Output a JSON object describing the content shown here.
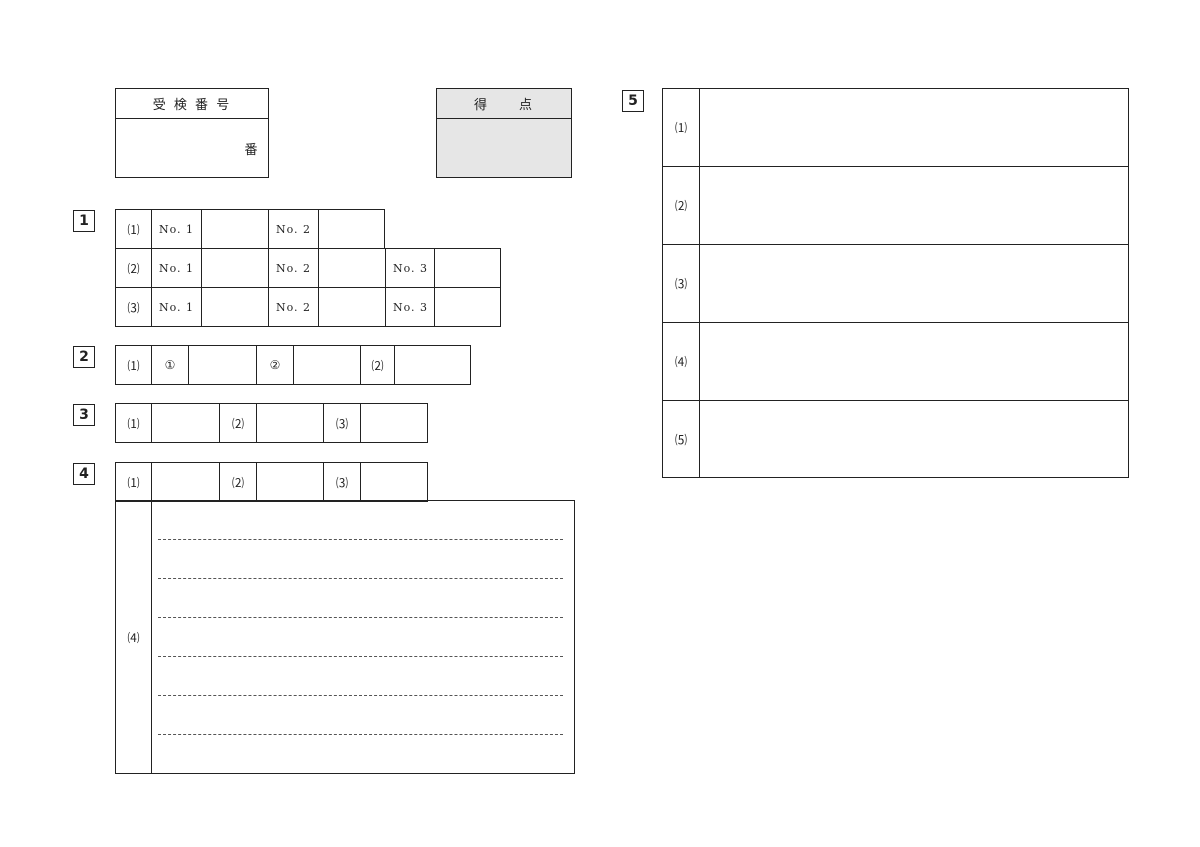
{
  "header": {
    "exam_number_label": "受 検 番 号",
    "exam_number_suffix": "番",
    "score_label": "得　　点"
  },
  "sections": {
    "s1": {
      "number": "1",
      "rows": [
        {
          "label": "⑴",
          "items": [
            "No. 1",
            "No. 2"
          ]
        },
        {
          "label": "⑵",
          "items": [
            "No. 1",
            "No. 2",
            "No. 3"
          ]
        },
        {
          "label": "⑶",
          "items": [
            "No. 1",
            "No. 2",
            "No. 3"
          ]
        }
      ]
    },
    "s2": {
      "number": "2",
      "labels": [
        "⑴",
        "①",
        "②",
        "⑵"
      ]
    },
    "s3": {
      "number": "3",
      "labels": [
        "⑴",
        "⑵",
        "⑶"
      ]
    },
    "s4": {
      "number": "4",
      "labels": [
        "⑴",
        "⑵",
        "⑶"
      ],
      "essay_label": "⑷"
    },
    "s5": {
      "number": "5",
      "labels": [
        "⑴",
        "⑵",
        "⑶",
        "⑷",
        "⑸"
      ]
    }
  },
  "colors": {
    "border": "#222222",
    "score_fill": "#e6e6e6"
  }
}
